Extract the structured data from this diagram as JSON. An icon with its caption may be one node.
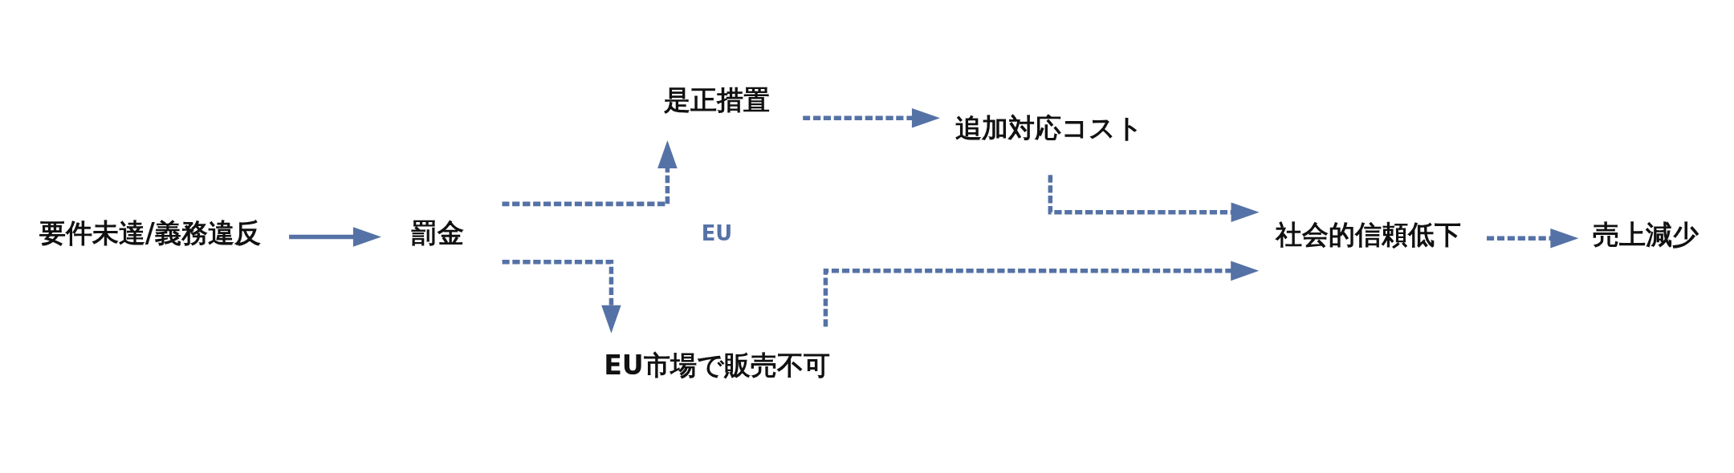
{
  "diagram": {
    "nodes": [
      {
        "text": [
          "要件未達/義務違反"
        ]
      },
      {
        "text": [
          "罰金"
        ]
      },
      {
        "text": [
          "是正措置"
        ]
      },
      {
        "text": [
          "追加対応コスト"
        ]
      },
      {
        "text": [
          "EU市場で販売不可"
        ]
      },
      {
        "text": [
          "社会的信頼低下"
        ]
      },
      {
        "text": [
          "売上減少"
        ]
      }
    ],
    "edges": [
      {
        "from": 0,
        "to": 1,
        "arrow": "to"
      },
      {
        "from": 1,
        "to": 2,
        "arrow": "to",
        "style": "dashed"
      },
      {
        "from": 1,
        "to": 4,
        "arrow": "to",
        "style": "dashed"
      },
      {
        "from": 2,
        "to": 3,
        "arrow": "to",
        "style": "dashed"
      },
      {
        "from": 3,
        "to": 5,
        "arrow": "to",
        "style": "dashed"
      },
      {
        "from": 4,
        "to": 5,
        "arrow": "to",
        "style": "dashed"
      },
      {
        "from": 5,
        "to": 6,
        "arrow": "to",
        "style": "dashed"
      }
    ],
    "labels": [
      "EU"
    ]
  }
}
